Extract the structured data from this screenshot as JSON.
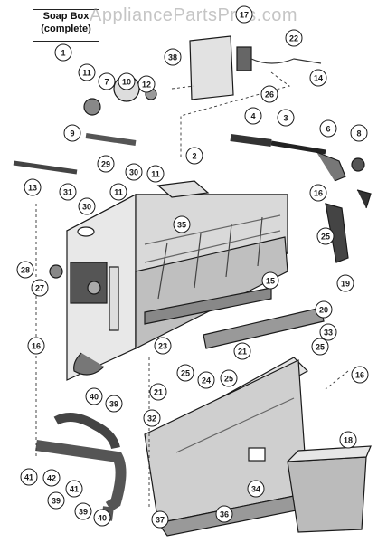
{
  "title": {
    "line1": "Soap Box",
    "line2": "(complete)"
  },
  "watermark": "AppliancePartsPros.com",
  "colors": {
    "ink": "#1a1a1a",
    "shade": "#555555",
    "light": "#bdbdbd",
    "paper": "#ffffff"
  },
  "callouts": [
    "1",
    "2",
    "3",
    "4",
    "6",
    "7",
    "8",
    "9",
    "10",
    "11",
    "12",
    "13",
    "14",
    "15",
    "16",
    "17",
    "18",
    "19",
    "20",
    "21",
    "22",
    "23",
    "24",
    "25",
    "26",
    "27",
    "28",
    "29",
    "30",
    "31",
    "32",
    "33",
    "34",
    "35",
    "36",
    "37",
    "38",
    "39",
    "40",
    "41",
    "42"
  ]
}
